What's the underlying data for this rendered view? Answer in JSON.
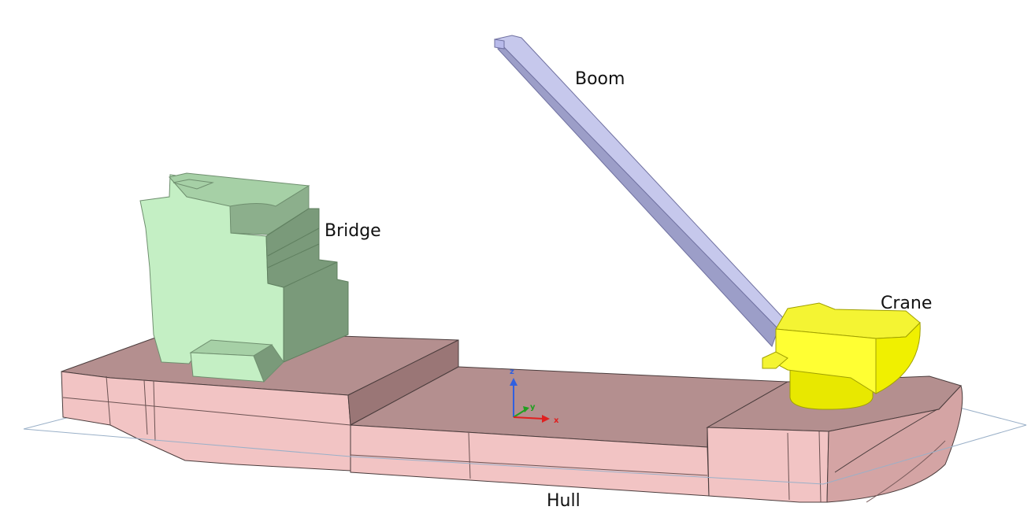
{
  "labels": {
    "boom": "Boom",
    "bridge": "Bridge",
    "crane": "Crane",
    "hull": "Hull"
  },
  "triad": {
    "x": "x",
    "y": "y",
    "z": "z"
  },
  "colors": {
    "hull": "#f2c4c4",
    "hull_top": "#b48f8f",
    "bridge": "#c4efc4",
    "bridge_shade": "#7a9a7a",
    "boom": "#c6c8ec",
    "crane": "#ffff33",
    "plane": "#9ab0c8",
    "axis_x": "#e02020",
    "axis_y": "#20a020",
    "axis_z": "#3060e0"
  }
}
